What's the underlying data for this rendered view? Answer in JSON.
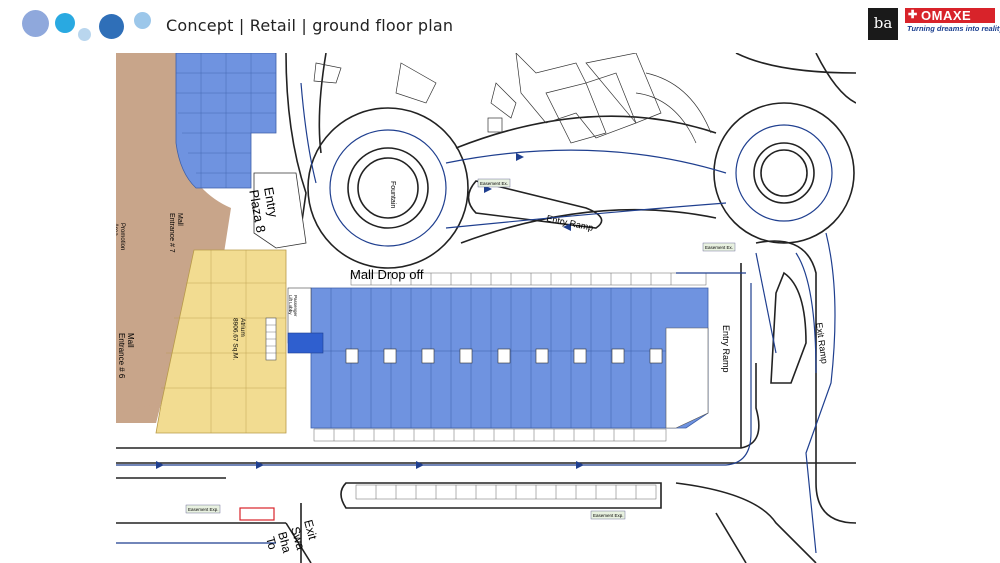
{
  "header": {
    "title": "Concept | Retail | ground floor plan",
    "dots": [
      {
        "color": "#8fa8dc"
      },
      {
        "color": "#29a9e1"
      },
      {
        "color": "#b9d6ee"
      },
      {
        "color": "#2f6fb8"
      },
      {
        "color": "#9cc7ea"
      }
    ]
  },
  "logos": {
    "architect": "ba",
    "developer": "OMAXE",
    "developer_tagline": "Turning dreams into reality",
    "brand_red": "#d8232a",
    "brand_blue": "#1b3f8f"
  },
  "plan": {
    "colors": {
      "retail_blue": "#6f93e0",
      "food_yellow": "#f2dc91",
      "promenade_brown": "#c8a58a",
      "route_line": "#1f3f8f",
      "road_line": "#222222"
    },
    "labels": {
      "fountain": "Fountain",
      "entry_plaza": "Entry\nPlaza 8",
      "mall_drop_off": "Mall Drop off",
      "entry_ramp_top": "Entry Ramp",
      "entry_ramp_right": "Entry Ramp",
      "exit_ramp": "Exit Ramp",
      "mall_entrance_7": "Mall\nEntrance # 7",
      "mall_entrance_6": "Mall\nEntrance # 6",
      "promotion_area": "Promotion\nArea",
      "food_court_area": "Atrium\n8906.67 Sq.M.",
      "exit_road": "Exit",
      "road_names": [
        "Swa",
        "Bha",
        "To"
      ],
      "easement_top": "Easement Ex.",
      "easement_right": "Easement Ex.",
      "easement_bottom_left": "Easement Exp.",
      "easement_bottom_right": "Easement Exp.",
      "lift_lobby": "Passenger\nLift Lobby"
    }
  }
}
